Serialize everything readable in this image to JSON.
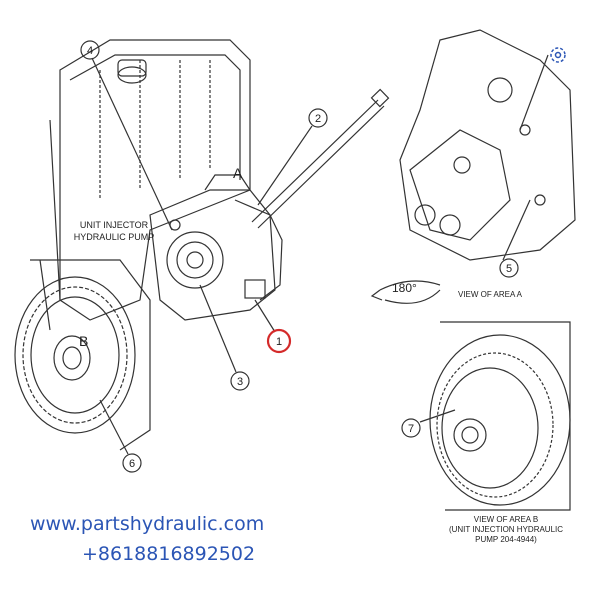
{
  "diagram": {
    "main_label": [
      "UNIT INJECTOR",
      "HYDRAULIC PUMP"
    ],
    "area_a_label": "A",
    "area_b_label": "B",
    "rotation_label": "180°",
    "view_a_caption": "VIEW OF AREA  A",
    "view_b_caption": [
      "VIEW OF AREA B",
      "(UNIT INJECTION HYDRAULIC",
      "PUMP 204-4944)"
    ],
    "callouts": [
      "1",
      "2",
      "3",
      "4",
      "5",
      "6",
      "7"
    ],
    "highlight_color": "#d42a2a",
    "line_color": "#333333"
  },
  "contact": {
    "website": "www.partshydraulic.com",
    "phone": "+8618816892502",
    "color": "#2b55b5"
  },
  "icons": {
    "corner": "settings-gear-icon"
  }
}
